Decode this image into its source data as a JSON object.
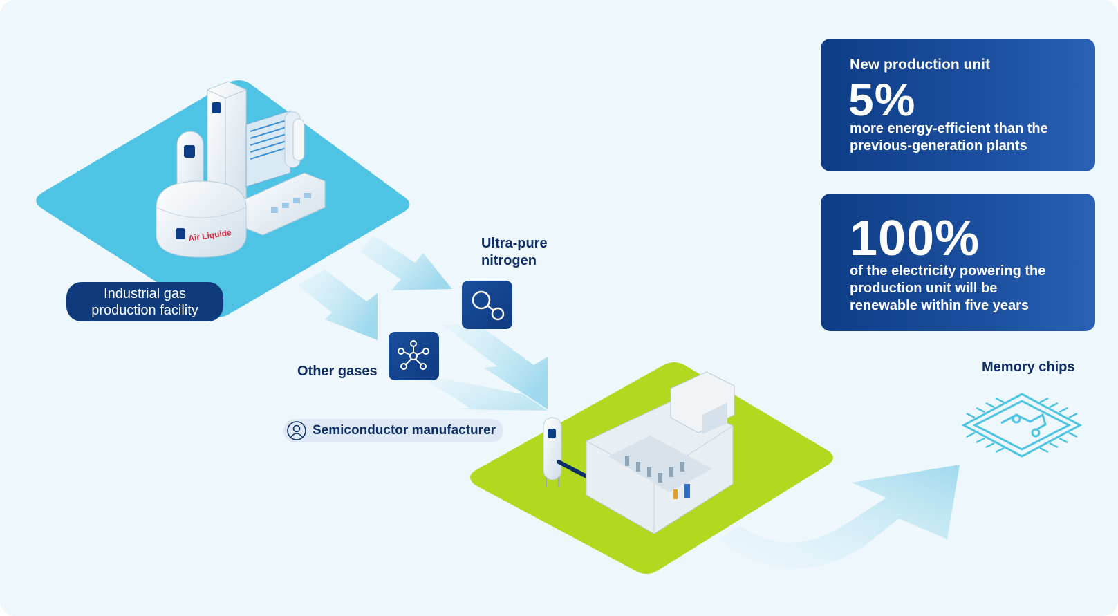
{
  "stats": [
    {
      "title": "New production unit",
      "value": "5%",
      "description": "more energy-efficient than the previous-generation plants"
    },
    {
      "title": "",
      "value": "100%",
      "description": "of the electricity powering the production unit will be renewable within five years"
    }
  ],
  "labels": {
    "facility": "Industrial gas production facility",
    "ultra_pure_nitrogen": "Ultra-pure nitrogen",
    "other_gases": "Other gases",
    "semiconductor_manufacturer": "Semiconductor manufacturer",
    "memory_chips": "Memory chips"
  },
  "branding": {
    "logo_text": "Air Liquide"
  },
  "icons": {
    "nitrogen": "molecule-two-atom-icon",
    "other_gases": "molecule-network-icon",
    "semiconductor": "person-icon",
    "memory": "chip-icon"
  },
  "colors": {
    "background": "#eef7fb",
    "facility_platform": "#4ec3e3",
    "fab_platform": "#b2d81f",
    "card_dark": "#0e3d86",
    "card_light": "#2a61b5",
    "arrow": "#a9def0",
    "chip": "#4ec3e3",
    "label_text": "#0e2e66"
  }
}
